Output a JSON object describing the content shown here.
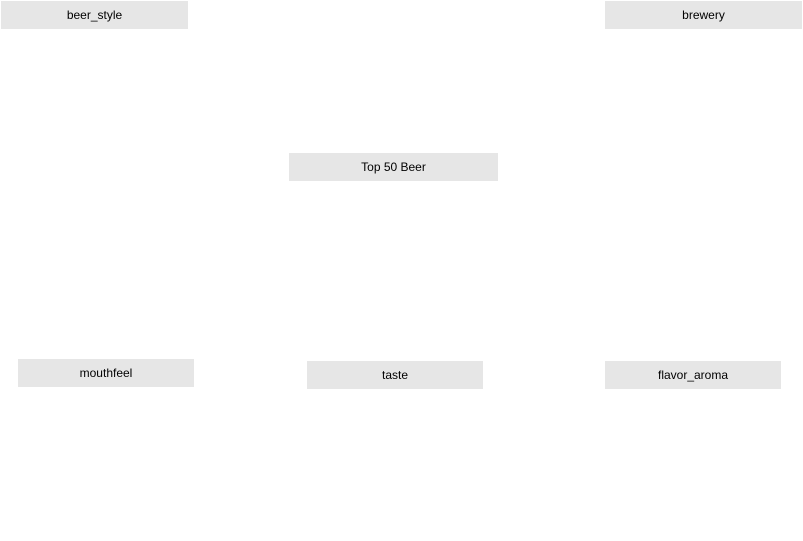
{
  "colors": {
    "background": "#ffffff",
    "node_fill": "#e6e6e6",
    "text": "#000000"
  },
  "nodes": {
    "beer_style": "beer_style",
    "brewery": "brewery",
    "center": "Top 50 Beer",
    "mouthfeel": "mouthfeel",
    "taste": "taste",
    "flavor_aroma": "flavor_aroma"
  }
}
